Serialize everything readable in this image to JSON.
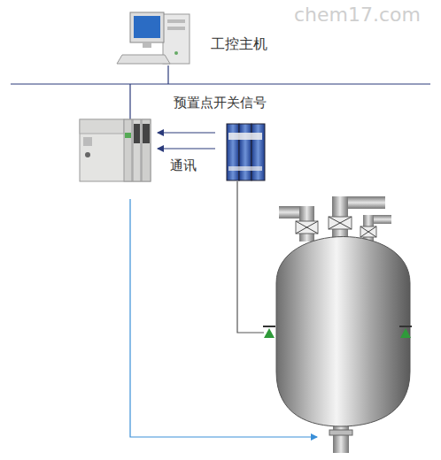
{
  "diagram": {
    "labels": [
      "工控主机",
      "预置点开关信号",
      "通讯",
      "chem17.com"
    ]
  }
}
